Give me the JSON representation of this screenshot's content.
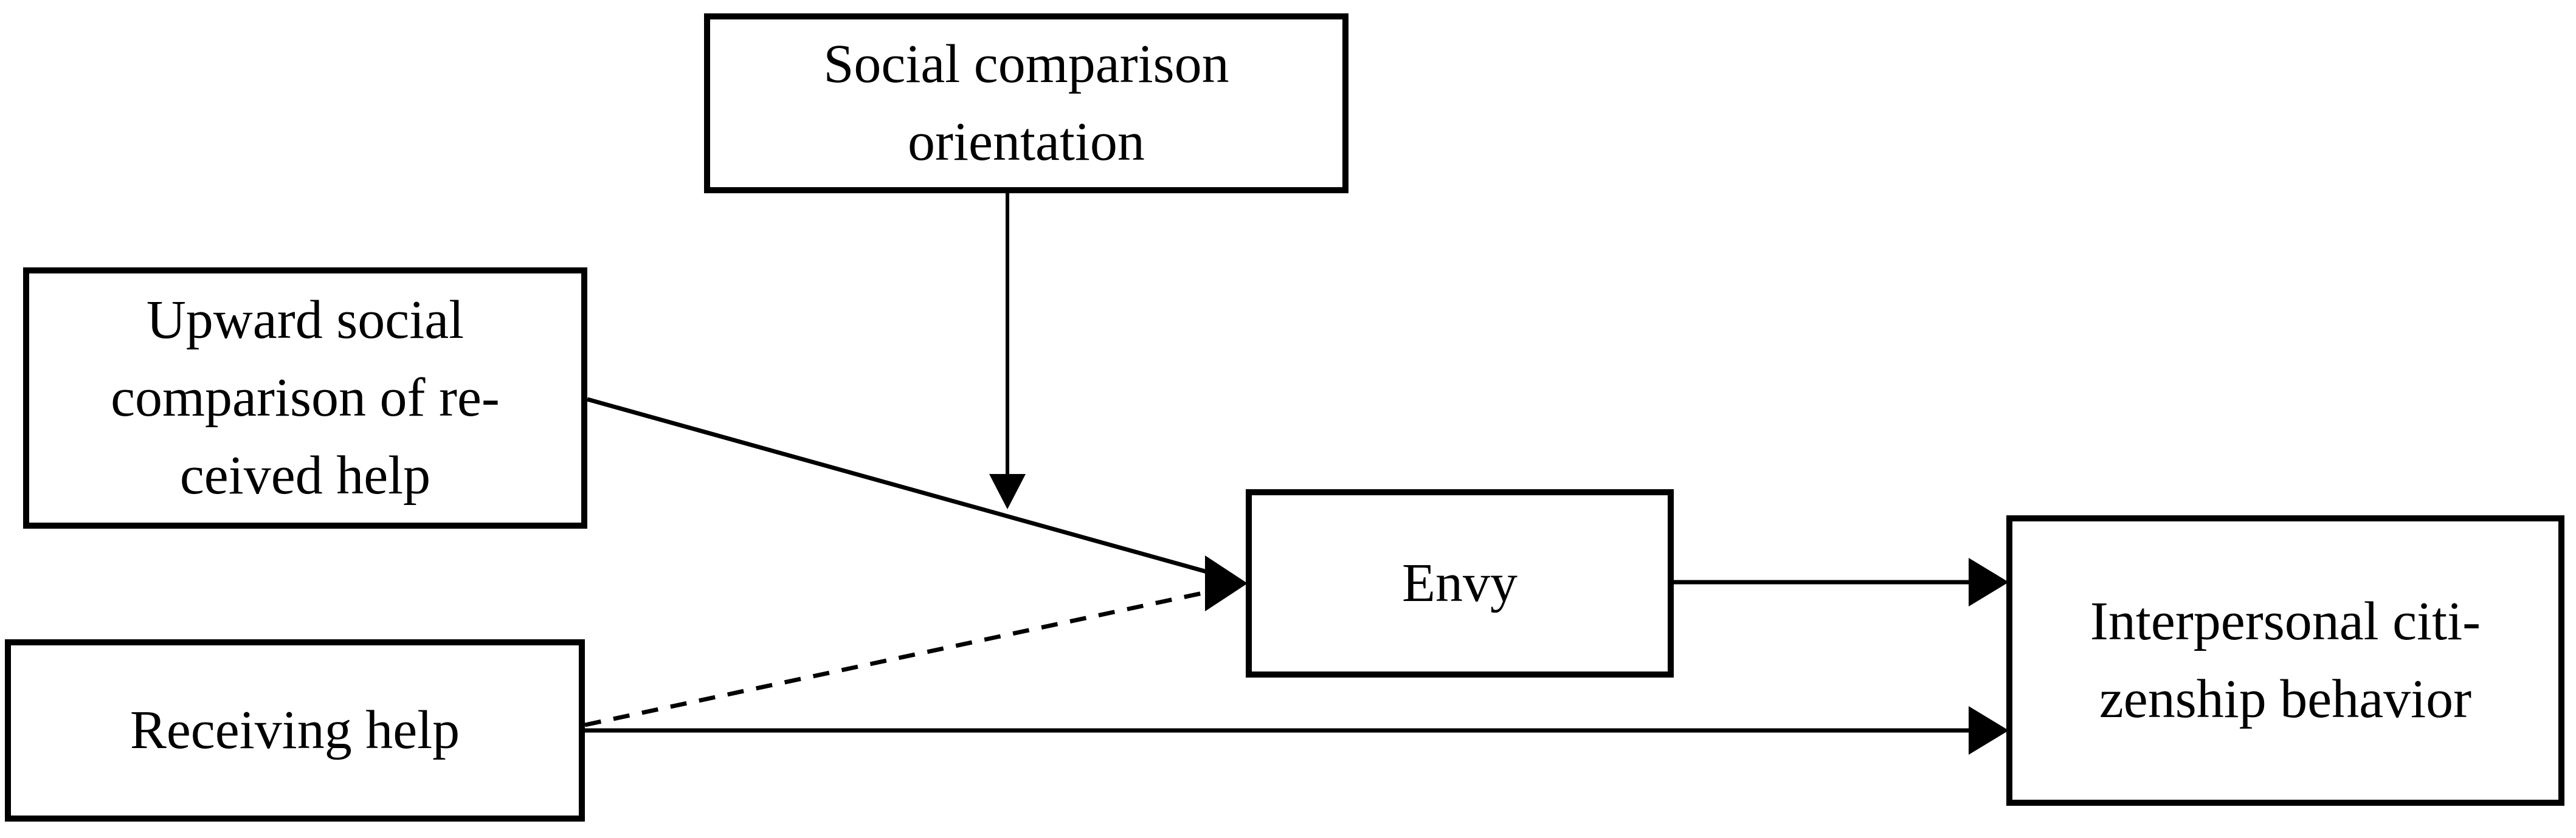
{
  "diagram": {
    "nodes": {
      "sco": {
        "label": "Social comparison\norientation"
      },
      "usc": {
        "label": "Upward social\ncomparison of re-\nceived help"
      },
      "rh": {
        "label": "Receiving help"
      },
      "envy": {
        "label": "Envy"
      },
      "icb": {
        "label": "Interpersonal citi-\nzenship behavior"
      }
    },
    "edges": [
      {
        "from": "Social comparison orientation",
        "to": "path: Upward social comparison of received help → Envy",
        "line_style": "solid",
        "arrowhead": "filled-triangle-down"
      },
      {
        "from": "Upward social comparison of received help",
        "to": "Envy",
        "line_style": "solid",
        "arrowhead": "filled-triangle-right"
      },
      {
        "from": "Receiving help",
        "to": "Envy",
        "line_style": "dashed",
        "arrowhead": "filled-triangle-right"
      },
      {
        "from": "Receiving help",
        "to": "Interpersonal citizenship behavior",
        "line_style": "solid",
        "arrowhead": "filled-triangle-right"
      },
      {
        "from": "Envy",
        "to": "Interpersonal citizenship behavior",
        "line_style": "solid",
        "arrowhead": "filled-triangle-right"
      }
    ],
    "colors": {
      "background": "#ffffff",
      "box_border": "#000000",
      "line": "#000000",
      "text": "#000000"
    }
  }
}
